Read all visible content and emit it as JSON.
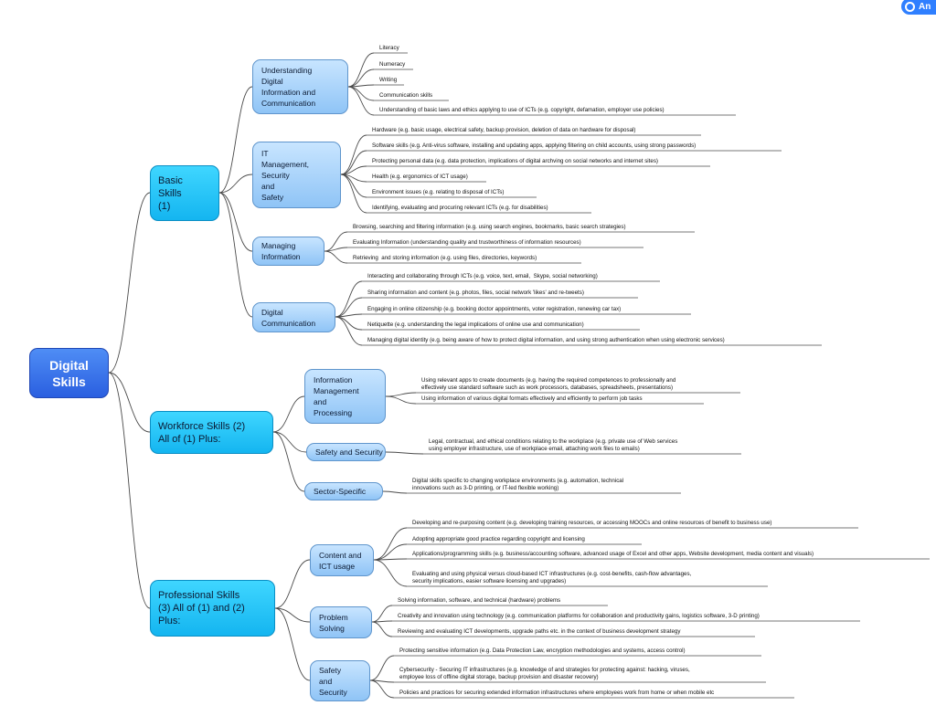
{
  "badge_text": "An",
  "root": "Digital\nSkills",
  "basic": {
    "title": "Basic\nSkills\n(1)",
    "understanding": {
      "title": "Understanding\nDigital\nInformation and\nCommunication",
      "items": [
        "Literacy",
        "Numeracy",
        "Writing",
        "Communication skills",
        "Understanding of basic laws and ethics applying to use of ICTs (e.g. copyright, defamation, employer use policies)"
      ]
    },
    "it": {
      "title": "IT\nManagement,\nSecurity\nand\nSafety",
      "items": [
        "Hardware (e.g. basic usage, electrical safety, backup provision, deletion of data on hardware for disposal)",
        "Software skills (e.g. Anti-virus software, installing and updating apps, applying filtering on child accounts, using strong passwords)",
        "Protecting personal data (e.g. data protection, implications of digital archving on social networks and internet sites)",
        "Health (e.g. ergonomics of ICT usage)",
        "Environment issues (e.g. relating to disposal of ICTs)",
        "Identifying, evaluating and procuring relevant ICTs (e.g. for disabilities)"
      ]
    },
    "managing": {
      "title": "Managing\nInformation",
      "items": [
        "Browsing, searching and filtering information (e.g. using search engines, bookmarks, basic search strategies)",
        "Evaluating Information (understanding quality and trustworthiness of information resources)",
        "Retrieving  and storing information (e.g. using files, directories, keywords)"
      ]
    },
    "communication": {
      "title": "Digital\nCommunication",
      "items": [
        "Interacting and collaborating through ICTs (e.g. voice, text, email,  Skype, social networking)",
        "Sharing information and content (e.g. photos, files, social network 'likes' and re-tweets)",
        "Engaging in online citizenship (e.g. booking doctor appointments, voter registration, renewing car tax)",
        "Netiquette (e.g. understanding the legal implications of online use and communication)",
        "Managing digital identity (e.g. being aware of how to protect digital information, and using strong authentication when using electronic services)"
      ]
    }
  },
  "workforce": {
    "title": "Workforce Skills (2)\nAll of (1) Plus:",
    "info": {
      "title": "Information\nManagement\nand\nProcessing",
      "items": [
        "Using relevant apps to create documents (e.g. having the required competences to professionally and\neffectively use standard software such as work processors, databases, spreadsheets, presentations)",
        "Using information of various digital formats effectively and efficiently to perform job tasks"
      ]
    },
    "safety": {
      "title": "Safety and Security",
      "items": [
        "Legal, contractual, and ethical conditions relating to the workplace (e.g. private use of Web services\nusing employer infrastructure, use of workplace email, attaching work files to emails)"
      ]
    },
    "sector": {
      "title": "Sector-Specific",
      "items": [
        "Digital skills specific to changing workplace environments (e.g. automation, technical\ninnovations such as 3-D printing, or IT-led flexible working)"
      ]
    }
  },
  "professional": {
    "title": "Professional Skills\n(3) All of (1) and (2)\nPlus:",
    "content": {
      "title": "Content and\nICT usage",
      "items": [
        "Developing and re-purposing content (e.g. developing training resources, or accessing MOOCs and online resources of benefit to business use)",
        "Adopting appropriate good practice regarding copyright and licensing",
        "Applications/programming skills (e.g. business/accounting software, advanced usage of Excel and other apps, Website development, media content and visuals)",
        "Evaluating and using physical versus cloud-based ICT infrastructures (e.g. cost-benefits, cash-flow advantages,\nsecurity implications, easier software licensing and upgrades)"
      ]
    },
    "problem": {
      "title": "Problem\nSolving",
      "items": [
        "Solving information, software, and technical (hardware) problems",
        "Creativity and innovation using technology (e.g. communication platforms for collaboration and productivity gains, logistics software, 3-D printing)",
        "Reviewing and evaluating ICT developments, upgrade paths etc. in the context of business development strategy"
      ]
    },
    "safety": {
      "title": "Safety\nand\nSecurity",
      "items": [
        "Protecting sensitive information (e.g. Data Protection Law, encryption methodologies and systems, access control)",
        "Cybersecurity - Securing IT infrastructures (e.g. knowledge of and strategies for protecting against: hacking, viruses,\nemployee loss of offline digital storage, backup provision and disaster recovery)",
        "Policies and practices for securing extended information infrastructures where employees work from home or when mobile etc"
      ]
    }
  }
}
